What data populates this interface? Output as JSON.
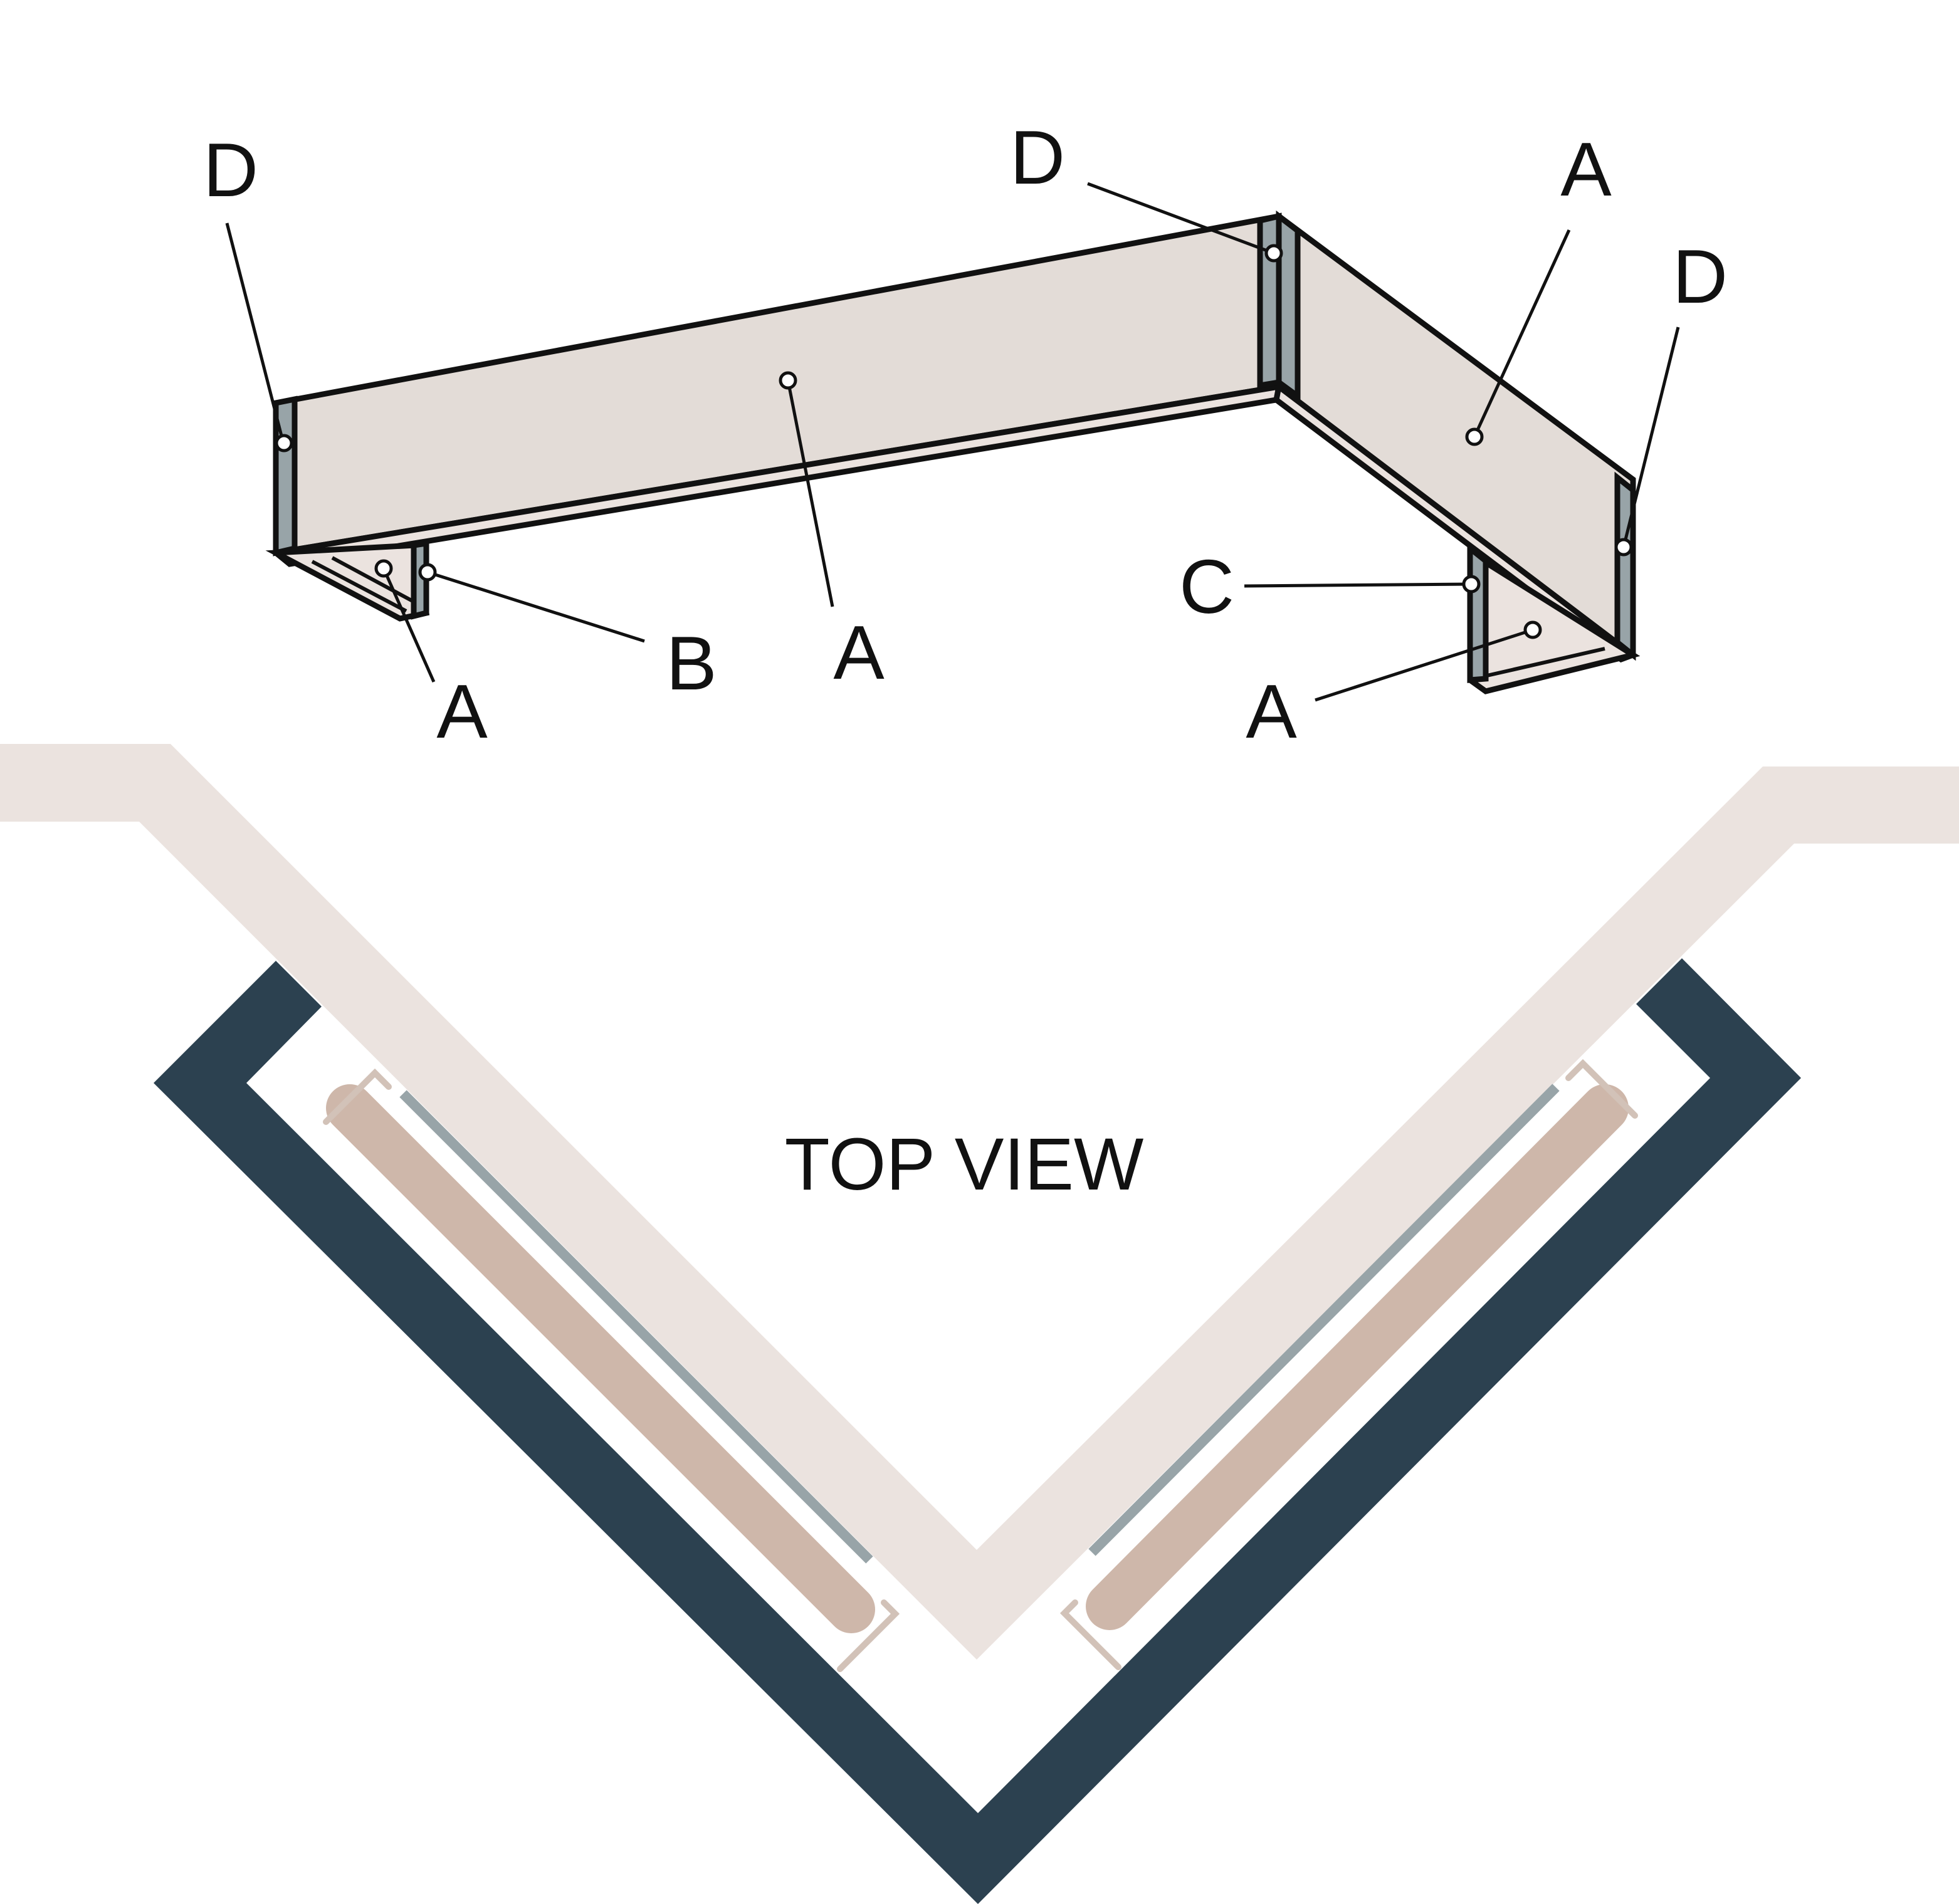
{
  "diagram": {
    "callouts": {
      "d_left": "D",
      "d_middle": "D",
      "d_right": "D",
      "a_top_right": "A",
      "a_center": "A",
      "a_left_return": "A",
      "a_right_return": "A",
      "b": "B",
      "c": "C"
    },
    "top_view_label": "TOP VIEW"
  },
  "colors": {
    "board_fill": "#e3dcd7",
    "cleat_fill": "#98a4a8",
    "wall_fill": "#ebe3df",
    "frame_fill": "#2c4150",
    "panel_fill": "#ceb7aa",
    "bracket_stroke": "#d2c2b8",
    "line": "#111111"
  }
}
